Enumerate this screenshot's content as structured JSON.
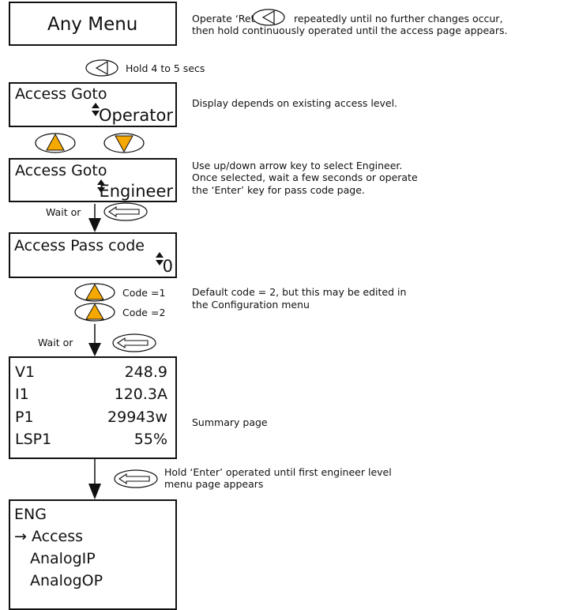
{
  "steps": {
    "any_menu": {
      "title": "Any Menu"
    },
    "return_note": [
      "Operate ‘Return’",
      "repeatedly until no further changes occur,",
      "then hold continuously operated until the access page appears."
    ],
    "hold_label": "Hold 4 to 5 secs",
    "access_goto_1": {
      "line1": "Access Goto",
      "value": "Operator"
    },
    "access_note_1": "Display depends on existing access level.",
    "access_goto_2": {
      "line1": "Access Goto",
      "value": "Engineer"
    },
    "access_note_2": [
      "Use up/down arrow key to select Engineer.",
      "Once selected, wait a few seconds or operate",
      "the ‘Enter’ key for pass code page."
    ],
    "wait_or_1": "Wait or",
    "pass_code": {
      "line1": "Access Pass code",
      "value": "0"
    },
    "code1_label": "Code =1",
    "code2_label": "Code =2",
    "default_note": [
      "Default code = 2, but this may be edited in",
      "the Configuration menu"
    ],
    "wait_or_2": "Wait or",
    "summary": {
      "rows": [
        {
          "name": "V1",
          "value": "248.9"
        },
        {
          "name": "I1",
          "value": "120.3A"
        },
        {
          "name": "P1",
          "value": "29943w"
        },
        {
          "name": "LSP1",
          "value": "55%"
        }
      ],
      "note": "Summary page"
    },
    "enter_note": [
      "Hold ‘Enter’ operated until first engineer level",
      "menu page appears"
    ],
    "eng_menu": {
      "title": "ENG",
      "items": [
        "→ Access",
        "AnalogIP",
        "AnalogOP"
      ]
    }
  },
  "colors": {
    "arrow_key_fill": "#f5a800",
    "line": "#111111"
  },
  "icons": [
    "return-key-icon",
    "up-arrow-key-icon",
    "down-arrow-key-icon",
    "enter-key-icon",
    "up-down-icon"
  ]
}
